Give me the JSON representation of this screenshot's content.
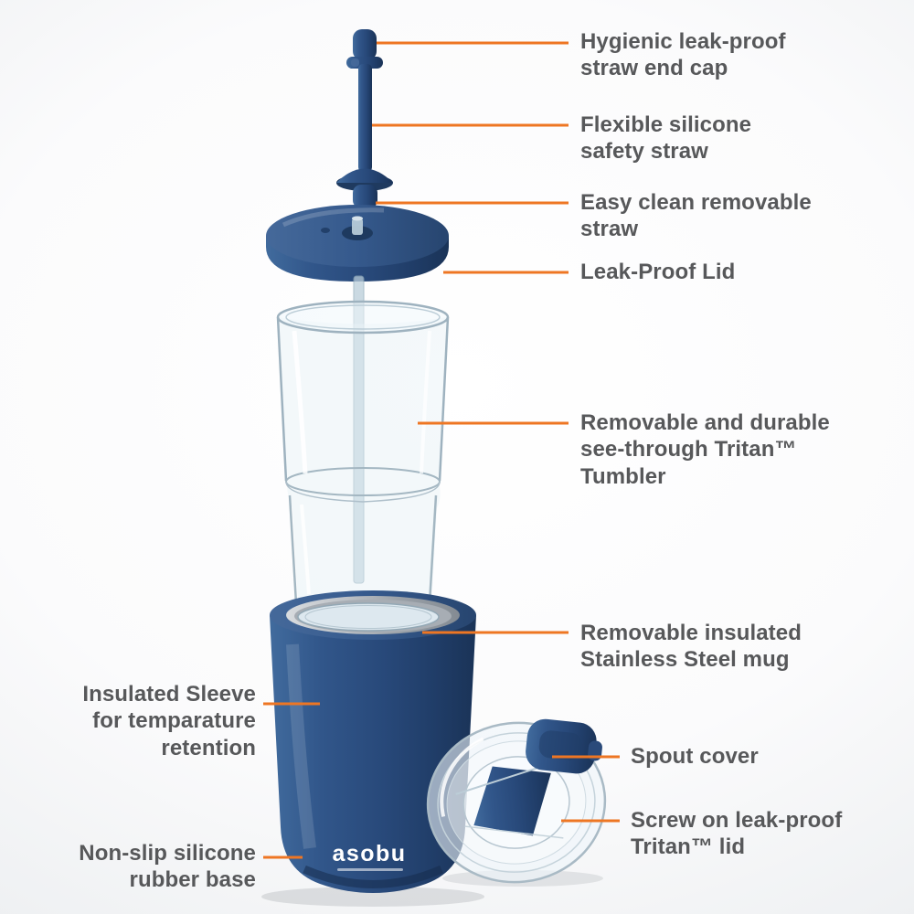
{
  "diagram": {
    "brand": "asobu",
    "callouts_right": [
      {
        "id": "straw-end-cap",
        "text": "Hygienic leak-proof\nstraw end cap"
      },
      {
        "id": "safety-straw",
        "text": "Flexible silicone\nsafety straw"
      },
      {
        "id": "removable-straw",
        "text": "Easy clean removable\nstraw"
      },
      {
        "id": "leak-proof-lid",
        "text": "Leak-Proof Lid"
      },
      {
        "id": "tritan-tumbler",
        "text": "Removable and durable\nsee-through Tritan™\nTumbler"
      },
      {
        "id": "stainless-mug",
        "text": "Removable insulated\nStainless Steel mug"
      },
      {
        "id": "spout-cover",
        "text": "Spout cover"
      },
      {
        "id": "tritan-lid",
        "text": "Screw on leak-proof\nTritan™ lid"
      }
    ],
    "callouts_left": [
      {
        "id": "insulated-sleeve",
        "text": "Insulated Sleeve\nfor temparature\nretention"
      },
      {
        "id": "rubber-base",
        "text": "Non-slip silicone\nrubber base"
      }
    ],
    "colors": {
      "accent_line": "#ee7623",
      "product_blue": "#2c4e7e",
      "label_text": "#57585a"
    }
  }
}
